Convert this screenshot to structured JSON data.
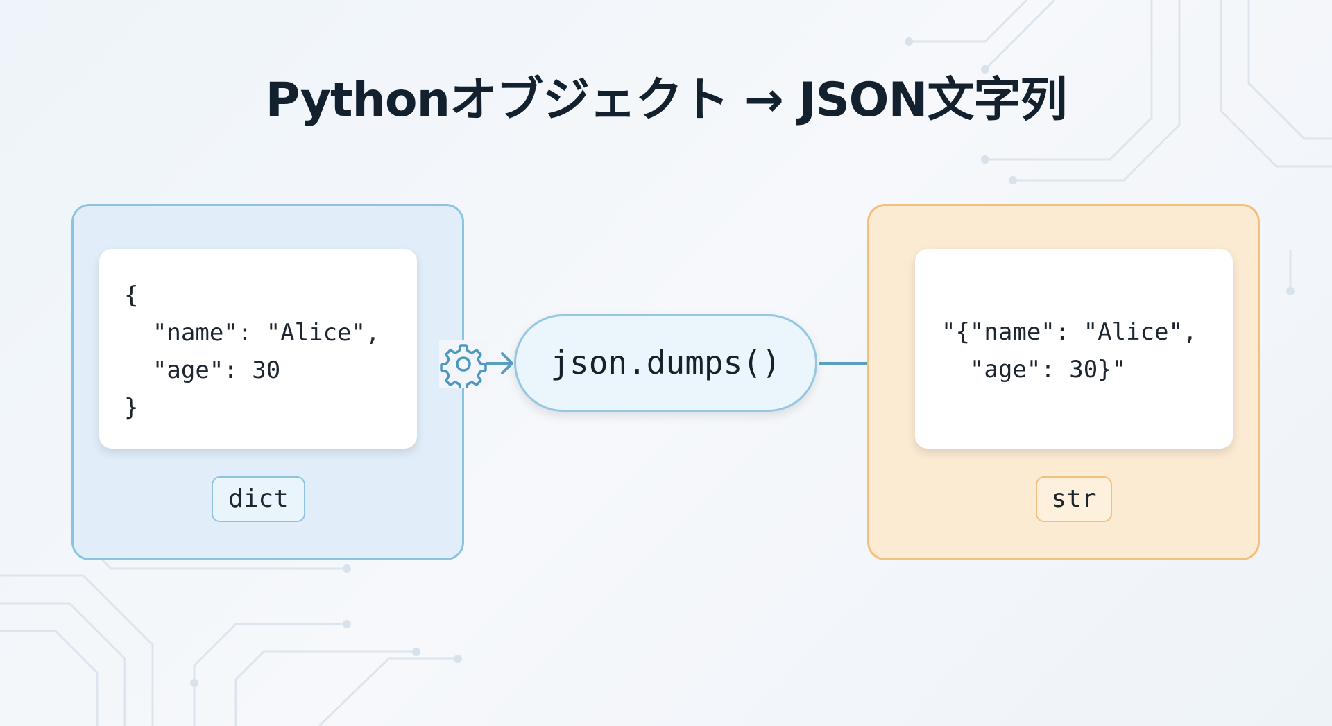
{
  "title": "Pythonオブジェクト → JSON文字列",
  "input": {
    "code_lines": [
      "{",
      "  \"name\": \"Alice\",",
      "  \"age\": 30",
      "}"
    ],
    "type_label": "dict"
  },
  "function": {
    "label": "json.dumps()",
    "icon": "gear-icon"
  },
  "output": {
    "code_lines": [
      "\"{\"name\": \"Alice\",",
      "  \"age\": 30}\""
    ],
    "type_label": "str"
  },
  "colors": {
    "input_accent": "#8cc3e0",
    "output_accent": "#f2c07c",
    "arrow": "#5a9ec2",
    "title": "#13202e"
  }
}
